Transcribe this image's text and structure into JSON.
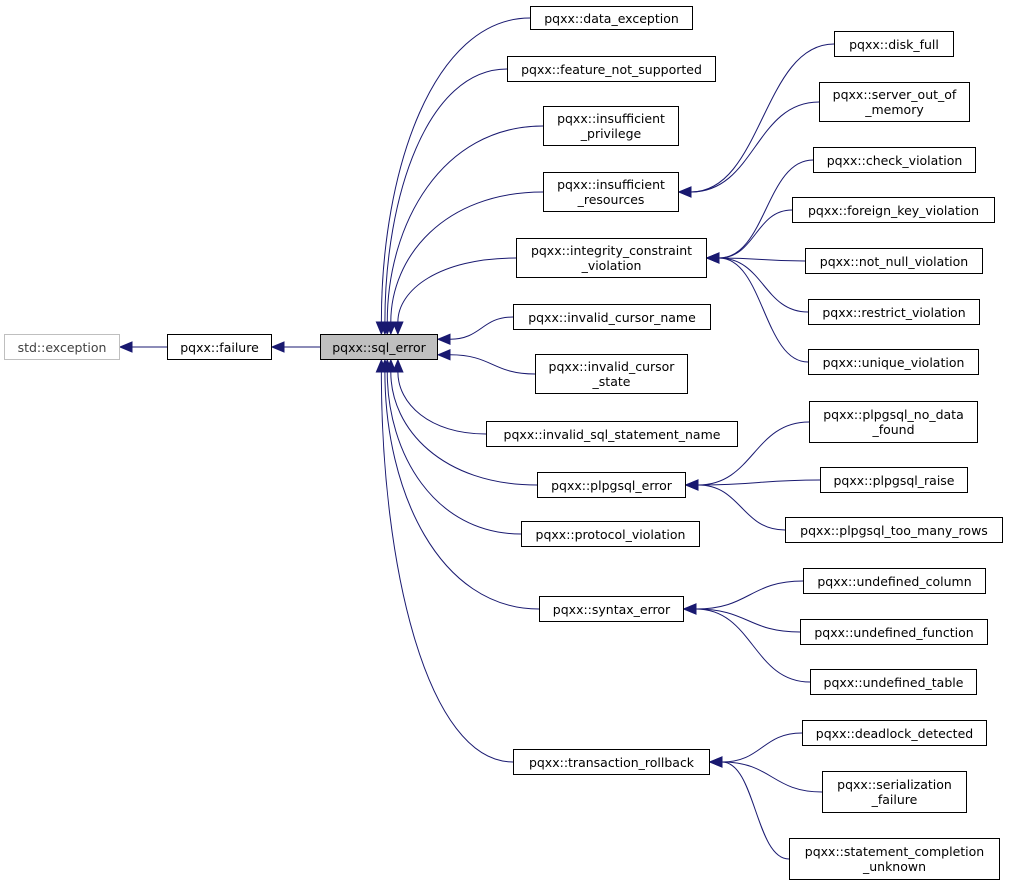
{
  "colors": {
    "edge": "#191970",
    "external_border": "#bfbfbf",
    "current_fill": "#bfbfbf"
  },
  "nodes": {
    "std_exception": [
      "std::exception"
    ],
    "failure": [
      "pqxx::failure"
    ],
    "sql_error": [
      "pqxx::sql_error"
    ],
    "data_exception": [
      "pqxx::data_exception"
    ],
    "feature_not_supported": [
      "pqxx::feature_not_supported"
    ],
    "insufficient_privilege": [
      "pqxx::insufficient",
      "_privilege"
    ],
    "insufficient_resources": [
      "pqxx::insufficient",
      "_resources"
    ],
    "integrity_constraint_violation": [
      "pqxx::integrity_constraint",
      "_violation"
    ],
    "invalid_cursor_name": [
      "pqxx::invalid_cursor_name"
    ],
    "invalid_cursor_state": [
      "pqxx::invalid_cursor",
      "_state"
    ],
    "invalid_sql_statement_name": [
      "pqxx::invalid_sql_statement_name"
    ],
    "plpgsql_error": [
      "pqxx::plpgsql_error"
    ],
    "protocol_violation": [
      "pqxx::protocol_violation"
    ],
    "syntax_error": [
      "pqxx::syntax_error"
    ],
    "transaction_rollback": [
      "pqxx::transaction_rollback"
    ],
    "disk_full": [
      "pqxx::disk_full"
    ],
    "server_out_of_memory": [
      "pqxx::server_out_of",
      "_memory"
    ],
    "check_violation": [
      "pqxx::check_violation"
    ],
    "foreign_key_violation": [
      "pqxx::foreign_key_violation"
    ],
    "not_null_violation": [
      "pqxx::not_null_violation"
    ],
    "restrict_violation": [
      "pqxx::restrict_violation"
    ],
    "unique_violation": [
      "pqxx::unique_violation"
    ],
    "plpgsql_no_data_found": [
      "pqxx::plpgsql_no_data",
      "_found"
    ],
    "plpgsql_raise": [
      "pqxx::plpgsql_raise"
    ],
    "plpgsql_too_many_rows": [
      "pqxx::plpgsql_too_many_rows"
    ],
    "undefined_column": [
      "pqxx::undefined_column"
    ],
    "undefined_function": [
      "pqxx::undefined_function"
    ],
    "undefined_table": [
      "pqxx::undefined_table"
    ],
    "deadlock_detected": [
      "pqxx::deadlock_detected"
    ],
    "serialization_failure": [
      "pqxx::serialization",
      "_failure"
    ],
    "statement_completion_unknown": [
      "pqxx::statement_completion",
      "_unknown"
    ]
  },
  "edges": [
    [
      "failure",
      "std_exception"
    ],
    [
      "sql_error",
      "failure"
    ],
    [
      "data_exception",
      "sql_error"
    ],
    [
      "feature_not_supported",
      "sql_error"
    ],
    [
      "insufficient_privilege",
      "sql_error"
    ],
    [
      "insufficient_resources",
      "sql_error"
    ],
    [
      "integrity_constraint_violation",
      "sql_error"
    ],
    [
      "invalid_cursor_name",
      "sql_error"
    ],
    [
      "invalid_cursor_state",
      "sql_error"
    ],
    [
      "invalid_sql_statement_name",
      "sql_error"
    ],
    [
      "plpgsql_error",
      "sql_error"
    ],
    [
      "protocol_violation",
      "sql_error"
    ],
    [
      "syntax_error",
      "sql_error"
    ],
    [
      "transaction_rollback",
      "sql_error"
    ],
    [
      "disk_full",
      "insufficient_resources"
    ],
    [
      "server_out_of_memory",
      "insufficient_resources"
    ],
    [
      "check_violation",
      "integrity_constraint_violation"
    ],
    [
      "foreign_key_violation",
      "integrity_constraint_violation"
    ],
    [
      "not_null_violation",
      "integrity_constraint_violation"
    ],
    [
      "restrict_violation",
      "integrity_constraint_violation"
    ],
    [
      "unique_violation",
      "integrity_constraint_violation"
    ],
    [
      "plpgsql_no_data_found",
      "plpgsql_error"
    ],
    [
      "plpgsql_raise",
      "plpgsql_error"
    ],
    [
      "plpgsql_too_many_rows",
      "plpgsql_error"
    ],
    [
      "undefined_column",
      "syntax_error"
    ],
    [
      "undefined_function",
      "syntax_error"
    ],
    [
      "undefined_table",
      "syntax_error"
    ],
    [
      "deadlock_detected",
      "transaction_rollback"
    ],
    [
      "serialization_failure",
      "transaction_rollback"
    ],
    [
      "statement_completion_unknown",
      "transaction_rollback"
    ]
  ]
}
